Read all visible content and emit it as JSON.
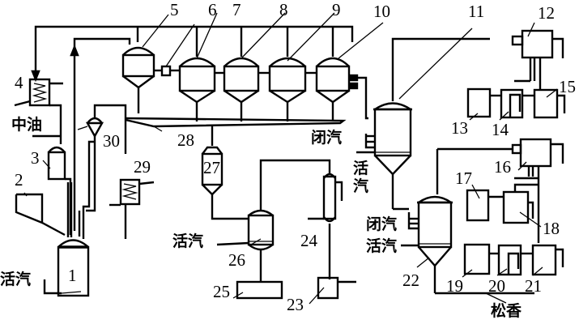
{
  "title": "Rosin/turpentine distillation process flow diagram",
  "colors": {
    "ink": "#000000",
    "paper": "#ffffff"
  },
  "equipment_numbers": [
    "1",
    "2",
    "3",
    "4",
    "5",
    "6",
    "7",
    "8",
    "9",
    "10",
    "11",
    "12",
    "13",
    "14",
    "15",
    "16",
    "17",
    "18",
    "19",
    "20",
    "21",
    "22",
    "23",
    "24",
    "25",
    "26",
    "27",
    "28",
    "29",
    "30"
  ],
  "streams": {
    "medium_oil": "中油",
    "live_steam_1": "活汽",
    "live_steam_11": "活汽",
    "live_steam_22": "活汽",
    "live_steam_26": "活汽",
    "closed_steam_11": "闭汽",
    "closed_steam_22": "闭汽",
    "rosin_product": "松香"
  }
}
